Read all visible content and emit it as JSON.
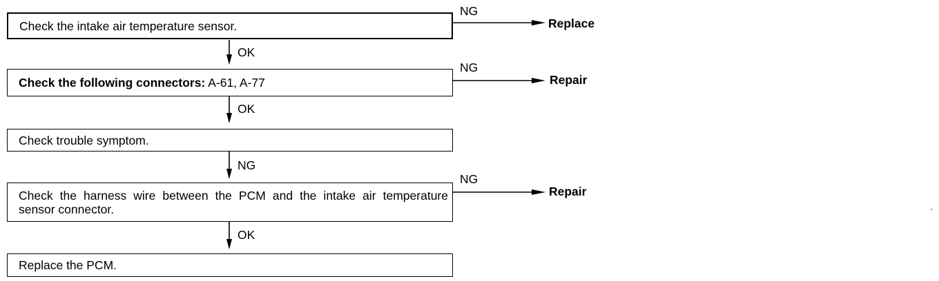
{
  "steps": [
    {
      "text": "Check the intake air temperature sensor."
    },
    {
      "text_bold": "Check the following connectors:",
      "text_rest": " A-61, A-77"
    },
    {
      "text": "Check trouble symptom."
    },
    {
      "text": "Check the harness wire between the PCM and the intake air temperature sensor connector."
    },
    {
      "text": "Replace the PCM."
    }
  ],
  "down_labels": [
    "OK",
    "OK",
    "NG",
    "OK"
  ],
  "branches": [
    {
      "condition": "NG",
      "result": "Replace"
    },
    {
      "condition": "NG",
      "result": "Repair"
    },
    {
      "condition": "NG",
      "result": "Repair"
    }
  ]
}
